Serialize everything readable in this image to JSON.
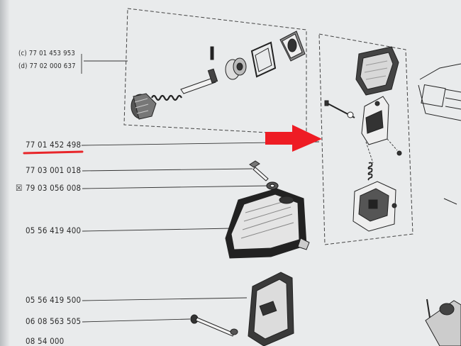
{
  "diagram": {
    "part_numbers": {
      "c": "(c) 77 01 453 953",
      "d": "(d) 77 02 000 637",
      "highlighted": "77 01 452 498",
      "p4": "77 03 001 018",
      "p5_mark": "☒",
      "p5": "79 03 056 008",
      "p6": "05 56 419 400",
      "p7": "05 56 419 500",
      "p8": "06 08 563 505",
      "p9": "08 54 000"
    },
    "colors": {
      "highlight_underline": "#e8262a",
      "arrow": "#ee1c24",
      "ink": "#222222",
      "paper": "#e9ebec"
    }
  }
}
